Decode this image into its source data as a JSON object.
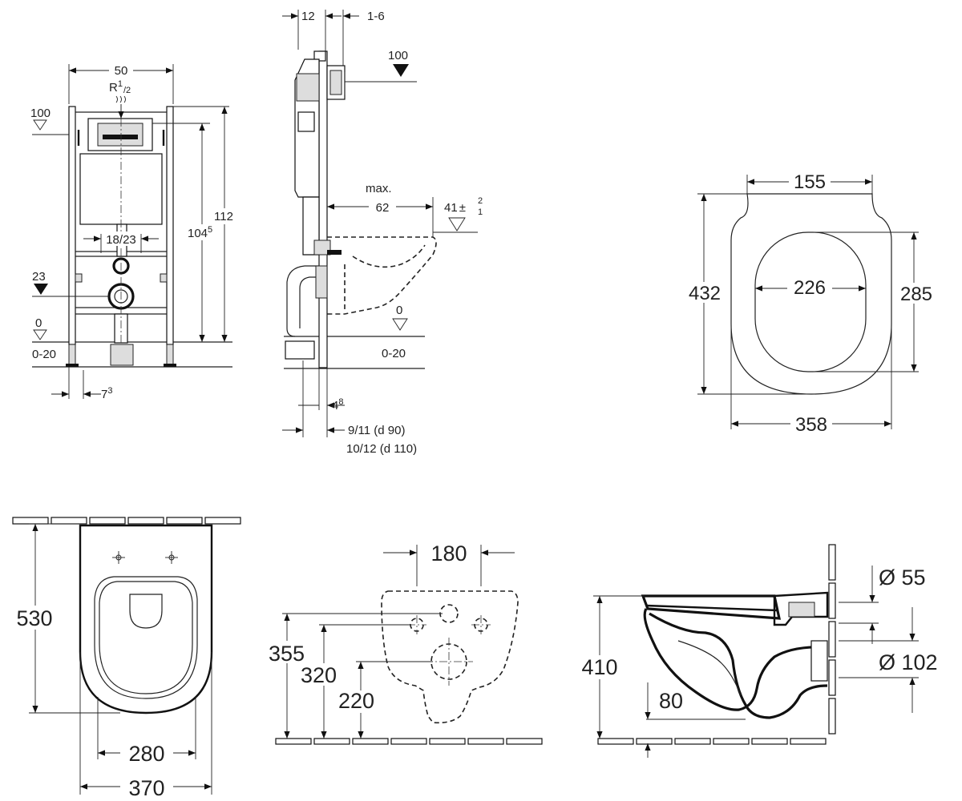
{
  "frame_front": {
    "width": "50",
    "connection": "R",
    "connection_sup": "1",
    "connection_sub": "2",
    "level_100": "100",
    "height_112": "112",
    "height_104": "104",
    "height_104_sup": "5",
    "spacing": "18/23",
    "level_23": "23",
    "level_0": "0",
    "floor_range": "0-20",
    "offset": "7",
    "offset_sup": "3"
  },
  "frame_side": {
    "top_width": "12",
    "top_range": "1-6",
    "level_100": "100",
    "max_label": "max.",
    "max_value": "62",
    "tolerance": "41",
    "tol_plus": "2",
    "tol_minus": "1",
    "level_0": "0",
    "floor_range": "0-20",
    "bottom_a": "4",
    "bottom_a_sup": "8",
    "bottom_b1": "9/11 (d 90)",
    "bottom_b2": "10/12 (d 110)"
  },
  "seat": {
    "width_top": "155",
    "length": "432",
    "inner_width": "226",
    "inner_length": "285",
    "width_bottom": "358"
  },
  "bowl_top": {
    "length": "530",
    "inner_width": "280",
    "outer_width": "370"
  },
  "back_view": {
    "bolt_spacing": "180",
    "h1": "355",
    "h2": "320",
    "h3": "220"
  },
  "side_view": {
    "height": "410",
    "inlet": "Ø 55",
    "outlet": "Ø 102",
    "floor_offset": "80"
  }
}
